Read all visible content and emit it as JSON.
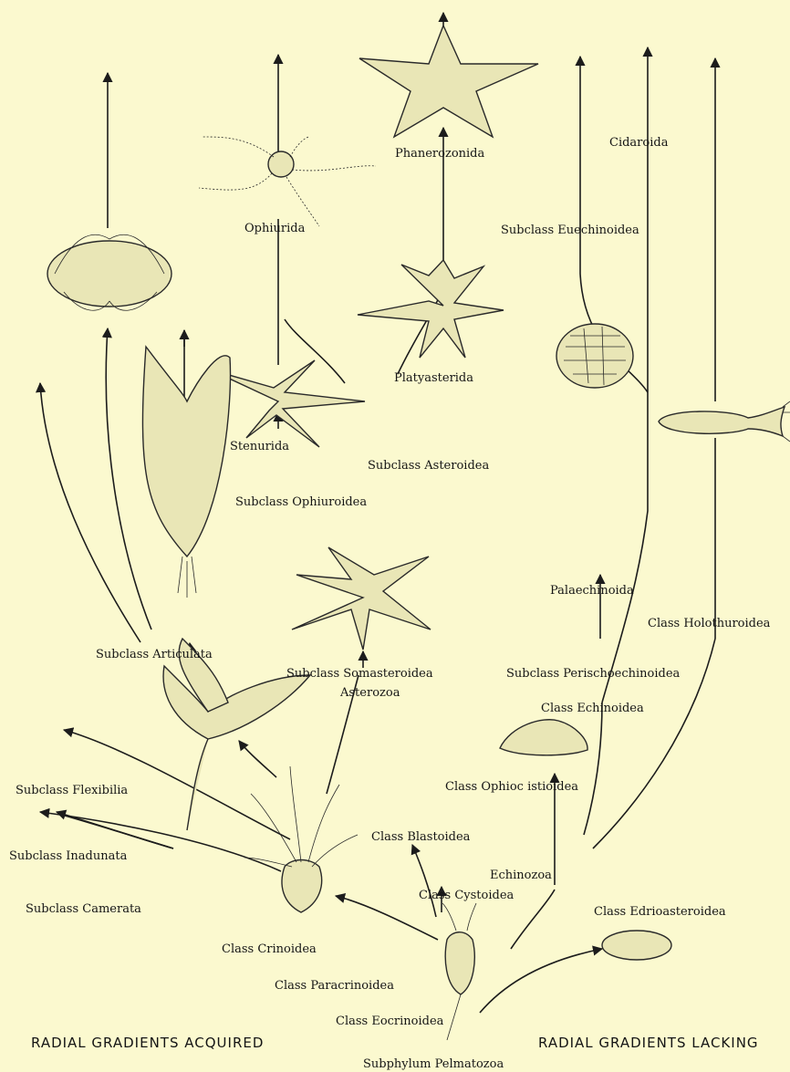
{
  "labels": {
    "phanerozonida": "Phanerozonida",
    "cidaroida": "Cidaroida",
    "ophiurida": "Ophiurida",
    "euechinoidea": "Subclass Euechinoidea",
    "platyasterida": "Platyasterida",
    "stenurida": "Stenurida",
    "asteroidea": "Subclass Asteroidea",
    "ophiuroidea": "Subclass Ophiuroidea",
    "palaechinoida": "Palaechinoida",
    "holothuroidea": "Class Holothuroidea",
    "articulata": "Subclass Articulata",
    "somasteroidea": "Subclass Somasteroidea",
    "perischoechinoidea": "Subclass Perischoechinoidea",
    "asterozoa": "Asterozoa",
    "echinoidea": "Class Echinoidea",
    "ophiocistioidea": "Class Ophioc istioidea",
    "flexibilia": "Subclass Flexibilia",
    "blastoidea": "Class Blastoidea",
    "inadunata": "Subclass Inadunata",
    "echinozoa": "Echinozoa",
    "cystoidea": "Class  Cystoidea",
    "camerata": "Subclass Camerata",
    "edrioasteroidea": "Class Edrioasteroidea",
    "crinoidea": "Class Crinoidea",
    "paracrinoidea": "Class Paracrinoidea",
    "eocrinoidea": "Class Eocrinoidea",
    "pelmatozoa": "Subphylum Pelmatozoa"
  },
  "captions": {
    "left": "RADIAL  GRADIENTS  ACQUIRED",
    "right": "RADIAL  GRADIENTS  LACKING"
  }
}
